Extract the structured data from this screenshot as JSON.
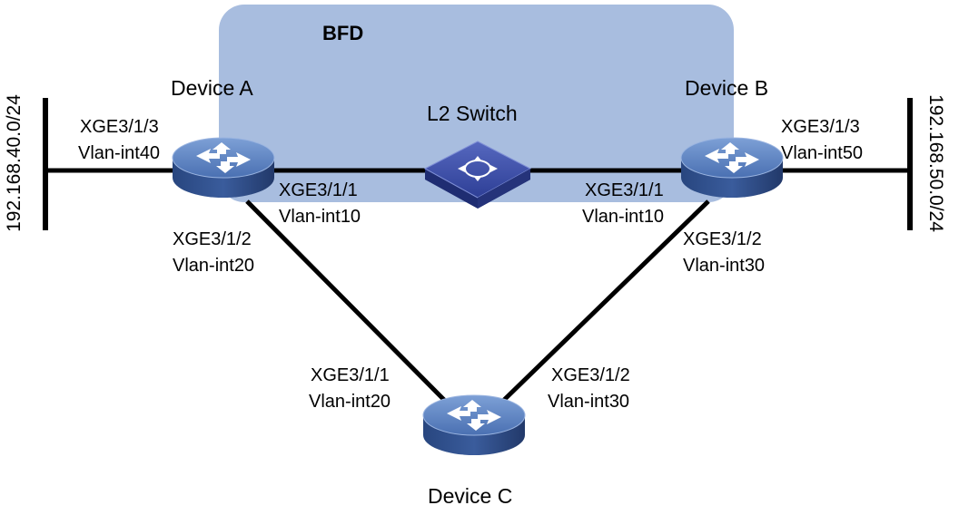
{
  "region": {
    "label": "BFD",
    "fill": "#a8bddf"
  },
  "devices": {
    "a": {
      "name": "Device A"
    },
    "b": {
      "name": "Device B"
    },
    "c": {
      "name": "Device C"
    },
    "switch": {
      "name": "L2 Switch"
    }
  },
  "networks": {
    "left": {
      "label": "192.168.40.0/24"
    },
    "right": {
      "label": "192.168.50.0/24"
    }
  },
  "interfaces": {
    "a_to_lan": {
      "port": "XGE3/1/3",
      "vlan": "Vlan-int40"
    },
    "a_to_switch": {
      "port": "XGE3/1/1",
      "vlan": "Vlan-int10"
    },
    "a_to_c": {
      "port": "XGE3/1/2",
      "vlan": "Vlan-int20"
    },
    "b_to_lan": {
      "port": "XGE3/1/3",
      "vlan": "Vlan-int50"
    },
    "b_to_switch": {
      "port": "XGE3/1/1",
      "vlan": "Vlan-int10"
    },
    "b_to_c": {
      "port": "XGE3/1/2",
      "vlan": "Vlan-int30"
    },
    "c_to_a": {
      "port": "XGE3/1/1",
      "vlan": "Vlan-int20"
    },
    "c_to_b": {
      "port": "XGE3/1/2",
      "vlan": "Vlan-int30"
    }
  },
  "colors": {
    "router_top": "#5a82c0",
    "router_side": "#2f4d8a",
    "switch_top": "#3a4fa6",
    "switch_side": "#1f2d72",
    "link": "#000000"
  }
}
